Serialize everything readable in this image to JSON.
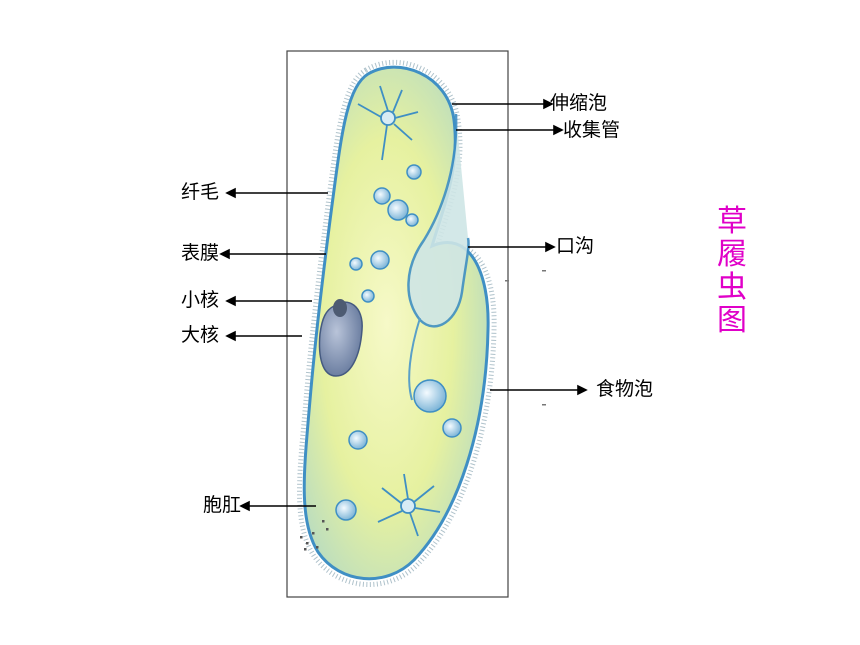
{
  "title_chars": [
    "草",
    "履",
    "虫",
    "图"
  ],
  "labels": {
    "contractile_vacuole": "伸缩泡",
    "collecting_canal": "收集管",
    "cilia": "纤毛",
    "pellicle": "表膜",
    "micronucleus": "小核",
    "macronucleus": "大核",
    "oral_groove": "口沟",
    "food_vacuole": "食物泡",
    "anal_pore": "胞肛"
  },
  "colors": {
    "title": "#e000c8",
    "body_fill": "#e9f3a6",
    "body_edge": "#3f8fc4",
    "nucleus": "#7d8fb2",
    "frame": "#444444"
  }
}
